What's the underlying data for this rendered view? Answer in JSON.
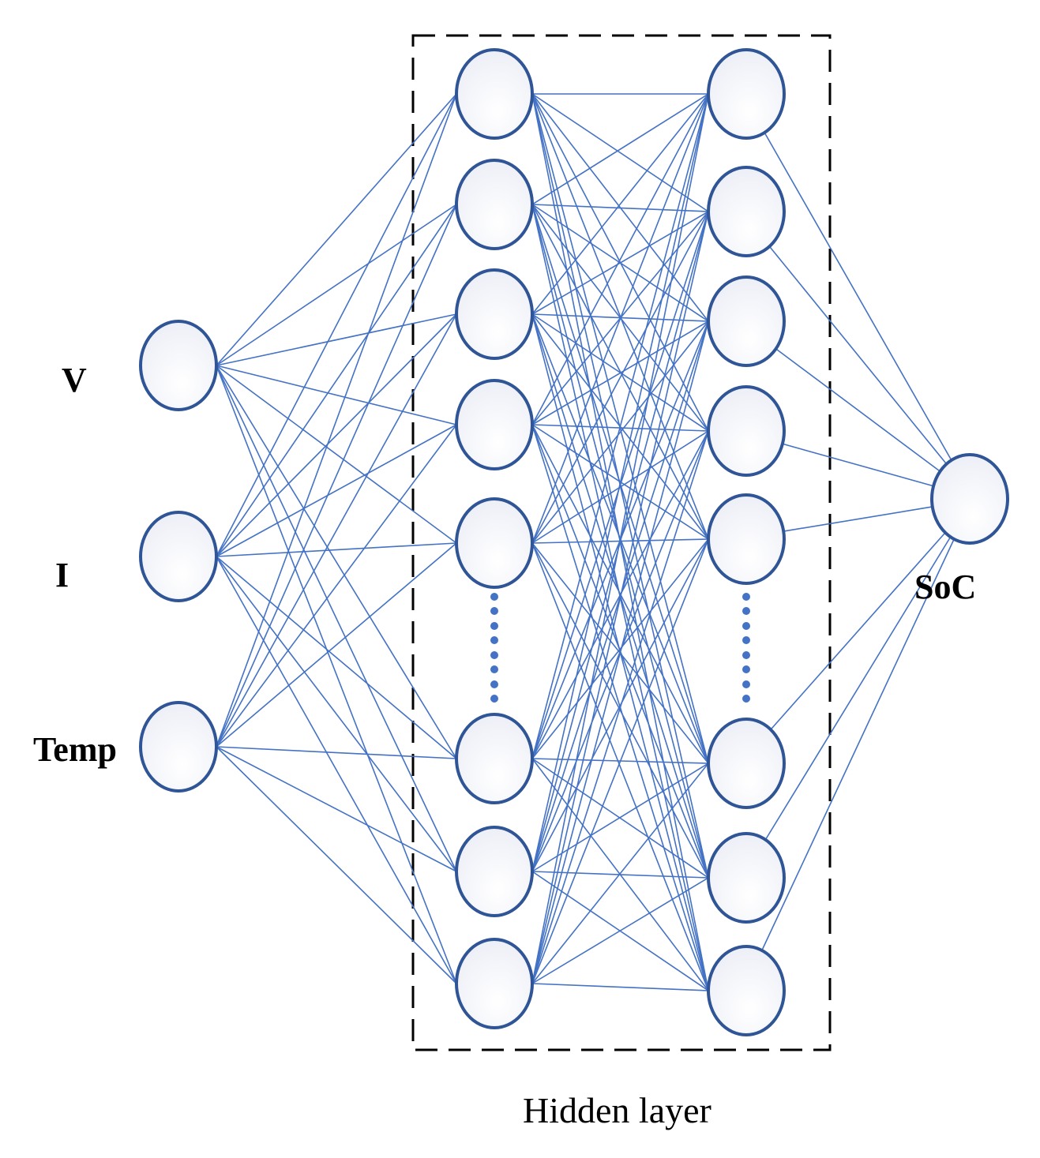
{
  "input_labels": {
    "v": "V",
    "i": "I",
    "temp": "Temp"
  },
  "output_label": "SoC",
  "hidden_layer_label": "Hidden layer",
  "colors": {
    "connection": "#4472C4",
    "node_stroke": "#2F5597",
    "dots": "#4472C4",
    "box": "#000000"
  },
  "network": {
    "inputs": 3,
    "hidden_layers": 2,
    "hidden_nodes_shown_per_layer": 8,
    "outputs": 1,
    "hidden_layer_ellipsis": true
  }
}
